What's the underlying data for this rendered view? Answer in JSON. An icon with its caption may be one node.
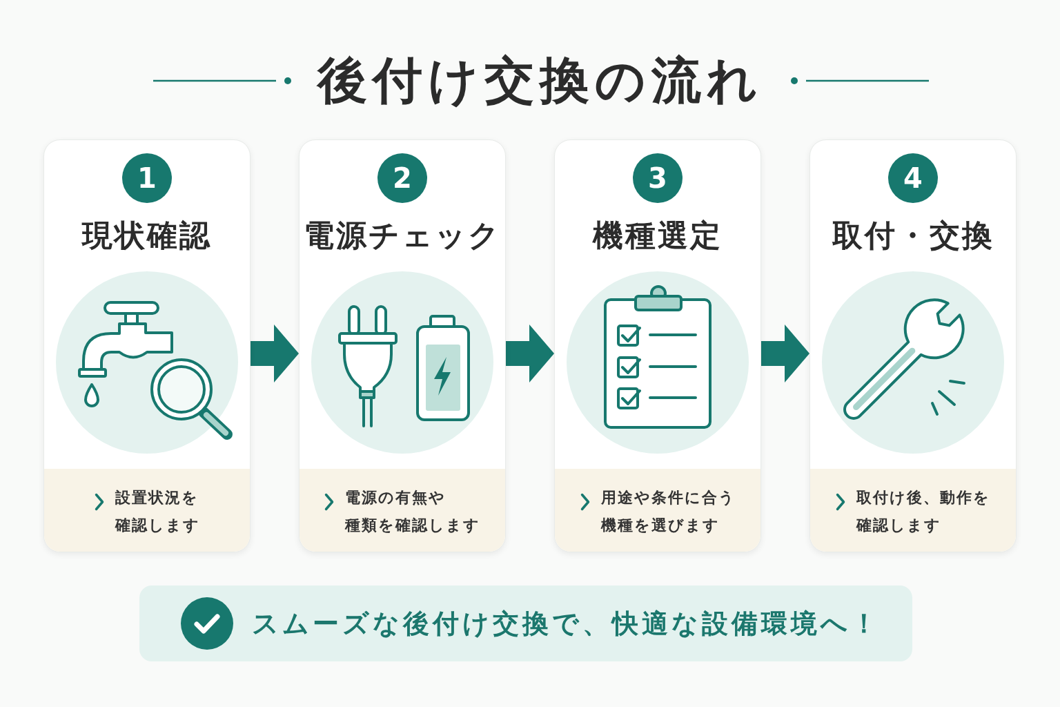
{
  "diagram": {
    "title": "後付け交換の流れ",
    "nodes": [
      {
        "text": [
          "現状確認",
          "設置状況を確認します"
        ]
      },
      {
        "text": [
          "1"
        ],
        "in": 0
      },
      {
        "text": [
          "電源チェック",
          "電源の有無や種類を確認します"
        ]
      },
      {
        "text": [
          "2"
        ],
        "in": 2
      },
      {
        "text": [
          "機種選定",
          "用途や条件に合う機種を選びます"
        ]
      },
      {
        "text": [
          "3"
        ],
        "in": 4
      },
      {
        "text": [
          "取付・交換",
          "取付け後、動作を確認します"
        ]
      },
      {
        "text": [
          "4"
        ],
        "in": 6
      },
      {
        "text": [
          "スムーズな後付け交換で、快適な設備環境へ！"
        ]
      }
    ],
    "edges": [
      {
        "from": 0,
        "to": 2,
        "arrow": "to"
      },
      {
        "from": 2,
        "to": 4,
        "arrow": "to"
      },
      {
        "from": 4,
        "to": 6,
        "arrow": "to"
      }
    ]
  }
}
